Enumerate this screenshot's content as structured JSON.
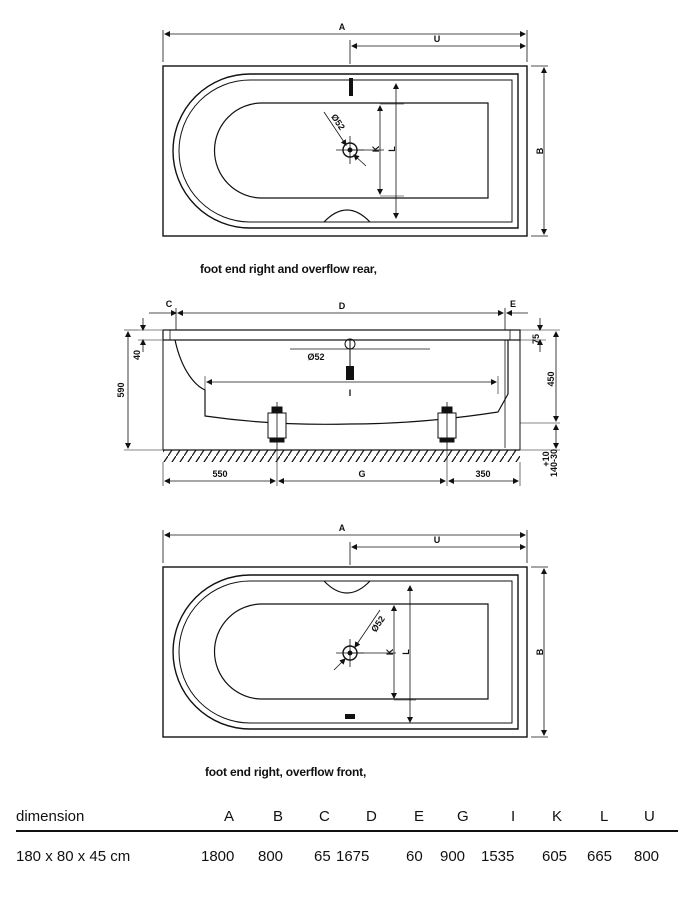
{
  "diagram": {
    "top_view": {
      "labels": {
        "a": "A",
        "u": "U",
        "b": "B",
        "k": "K",
        "l": "L",
        "drain": "Ø52"
      },
      "caption": "foot end right and overflow rear,"
    },
    "side_view": {
      "labels": {
        "c": "C",
        "d": "D",
        "e": "E",
        "i": "I",
        "g": "G",
        "drain": "Ø52",
        "dim_40": "40",
        "dim_590": "590",
        "dim_75": "75",
        "dim_450": "450",
        "dim_550": "550",
        "dim_350": "350",
        "dim_plus10": "+10",
        "dim_140_30": "140-30"
      }
    },
    "bottom_view": {
      "labels": {
        "a": "A",
        "u": "U",
        "b": "B",
        "k": "K",
        "l": "L",
        "drain": "Ø52"
      },
      "caption": "foot end right, overflow front,"
    }
  },
  "table": {
    "header": {
      "name": "dimension",
      "cols": [
        "A",
        "B",
        "C",
        "D",
        "E",
        "G",
        "I",
        "K",
        "L",
        "U"
      ]
    },
    "row": {
      "name": "180 x 80 x 45 cm",
      "values": [
        "1800",
        "800",
        "65",
        "1675",
        "60",
        "900",
        "1535",
        "605",
        "665",
        "800"
      ]
    }
  }
}
